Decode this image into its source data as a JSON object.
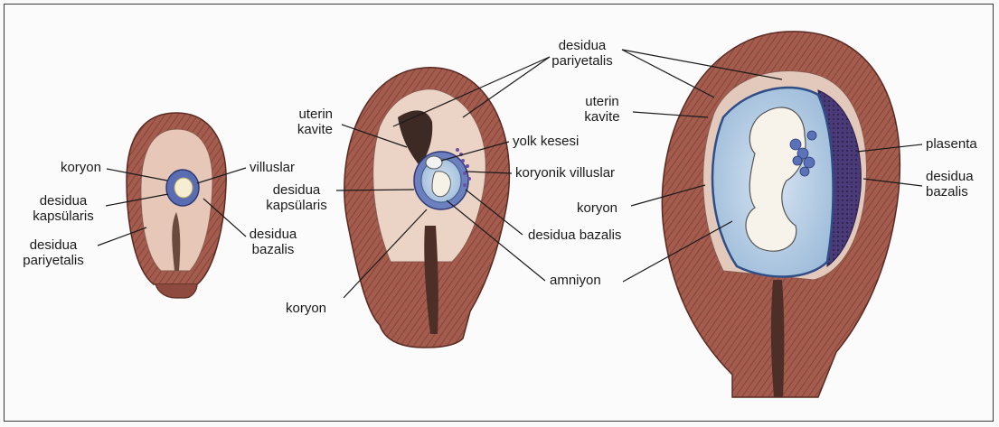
{
  "labels": {
    "stage1": {
      "koryon": "koryon",
      "villuslar": "villuslar",
      "desidua_kapsularis": [
        "desidua",
        "kapsülaris"
      ],
      "desidua_bazalis": [
        "desidua",
        "bazalis"
      ],
      "desidua_pariyetalis": [
        "desidua",
        "pariyetalis"
      ]
    },
    "stage2": {
      "desidua_pariyetalis": [
        "desidua",
        "pariyetalis"
      ],
      "uterin_kavite": [
        "uterin",
        "kavite"
      ],
      "yolk_kesesi": "yolk kesesi",
      "koryonik_villuslar": "koryonik villuslar",
      "desidua_kapsularis": [
        "desidua",
        "kapsülaris"
      ],
      "desidua_bazalis": "desidua bazalis",
      "amniyon": "amniyon",
      "koryon": "koryon"
    },
    "stage3": {
      "uterin_kavite": [
        "uterin",
        "kavite"
      ],
      "plasenta": "plasenta",
      "desidua_bazalis": [
        "desidua",
        "bazalis"
      ],
      "koryon": "koryon"
    }
  },
  "colors": {
    "muscle": "#9c5548",
    "muscle_dark": "#6e3329",
    "decidua": "#e9cdbf",
    "chorion": "#5f6fb0",
    "amnion": "#a9c6e0",
    "placenta": "#3d2f66",
    "embryo": "#f6f2e8",
    "line": "#1a1a1a"
  }
}
